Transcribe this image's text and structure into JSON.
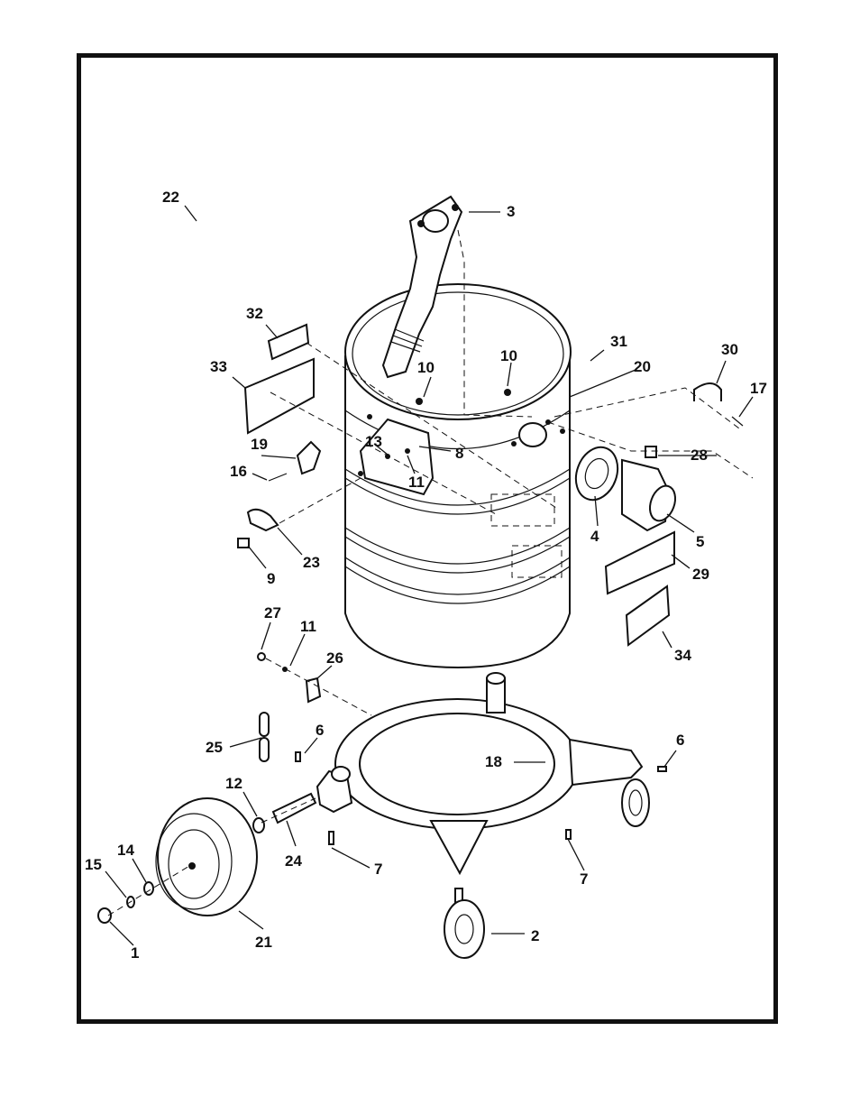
{
  "diagram": {
    "callouts": {
      "c1": "1",
      "c2": "2",
      "c3": "3",
      "c4": "4",
      "c5": "5",
      "c6a": "6",
      "c6b": "6",
      "c7a": "7",
      "c7b": "7",
      "c8": "8",
      "c9": "9",
      "c10a": "10",
      "c10b": "10",
      "c11a": "11",
      "c11b": "11",
      "c12": "12",
      "c13": "13",
      "c14": "14",
      "c15": "15",
      "c16": "16",
      "c17": "17",
      "c18": "18",
      "c19": "19",
      "c20": "20",
      "c21": "21",
      "c22": "22",
      "c23": "23",
      "c24": "24",
      "c25": "25",
      "c26": "26",
      "c27": "27",
      "c28": "28",
      "c29": "29",
      "c30": "30",
      "c31": "31",
      "c32": "32",
      "c33": "33",
      "c34": "34"
    }
  }
}
